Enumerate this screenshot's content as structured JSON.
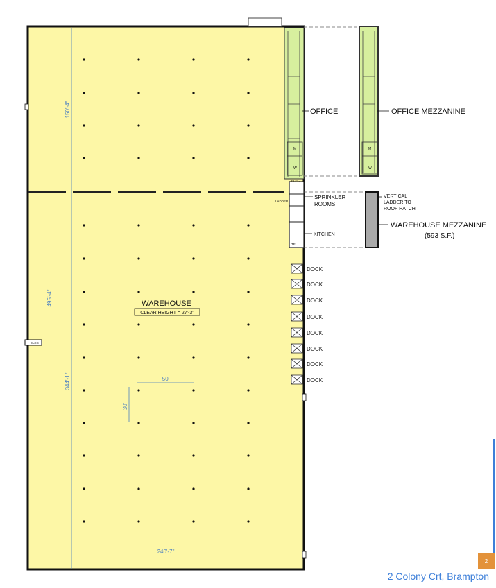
{
  "labels": {
    "office": "OFFICE",
    "office_mezzanine": "OFFICE MEZZANINE",
    "sprinkler_line1": "SPRINKLER",
    "sprinkler_line2": "ROOMS",
    "vertical_ladder_line1": "VERTICAL",
    "vertical_ladder_line2": "LADDER TO",
    "vertical_ladder_line3": "ROOF HATCH",
    "warehouse_mezzanine": "WAREHOUSE MEZZANINE",
    "warehouse_mezzanine_area": "(593 S.F.)",
    "kitchen": "KITCHEN",
    "warehouse": "WAREHOUSE",
    "clear_height": "CLEAR HEIGHT = 27'-3\"",
    "elec_top": "ELEC",
    "elec_left": "ELEC",
    "ladder": "LADDER",
    "room_m": "M",
    "room_w": "W",
    "room_m2": "M",
    "room_w2": "W",
    "room_tel": "TEL"
  },
  "docks": [
    "DOCK",
    "DOCK",
    "DOCK",
    "DOCK",
    "DOCK",
    "DOCK",
    "DOCK",
    "DOCK"
  ],
  "dimensions": {
    "upper_depth": "150'-4\"",
    "total_depth": "495'-4\"",
    "lower_depth": "344'-1\"",
    "bay_width": "50'",
    "bay_depth": "30'",
    "building_width": "240'-7\""
  },
  "footer": {
    "page_number": "2",
    "address": "2 Colony Crt, Brampton"
  },
  "colors": {
    "warehouse_fill": "#fdf7a6",
    "office_fill": "#d7ef9e",
    "mezzanine_fill": "#a9a9a9",
    "dimension_text": "#4a7fc1",
    "accent_blue": "#3d7fd9",
    "badge_orange": "#e3923a"
  }
}
